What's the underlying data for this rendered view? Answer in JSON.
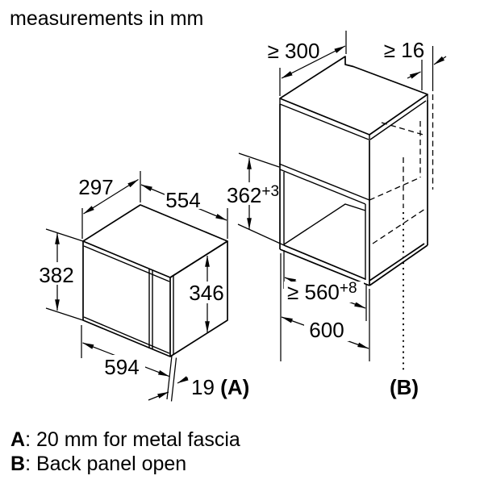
{
  "header": {
    "title": "measurements in mm"
  },
  "microwave": {
    "depth": "297",
    "width_top": "554",
    "height": "382",
    "door_height": "346",
    "width_bottom": "594",
    "fascia_value": "19",
    "fascia_note": "(A)"
  },
  "niche": {
    "top_clearance": "≥ 300",
    "wall_gap": "≥ 16",
    "height_main": "362",
    "height_tol": "+3",
    "inner_width_main": "≥ 560",
    "inner_width_tol": "+8",
    "outer_width": "600",
    "back_label": "(B)"
  },
  "legend": {
    "a_letter": "A",
    "a_text": ": 20 mm for metal fascia",
    "b_letter": "B",
    "b_text": ": Back panel open"
  }
}
